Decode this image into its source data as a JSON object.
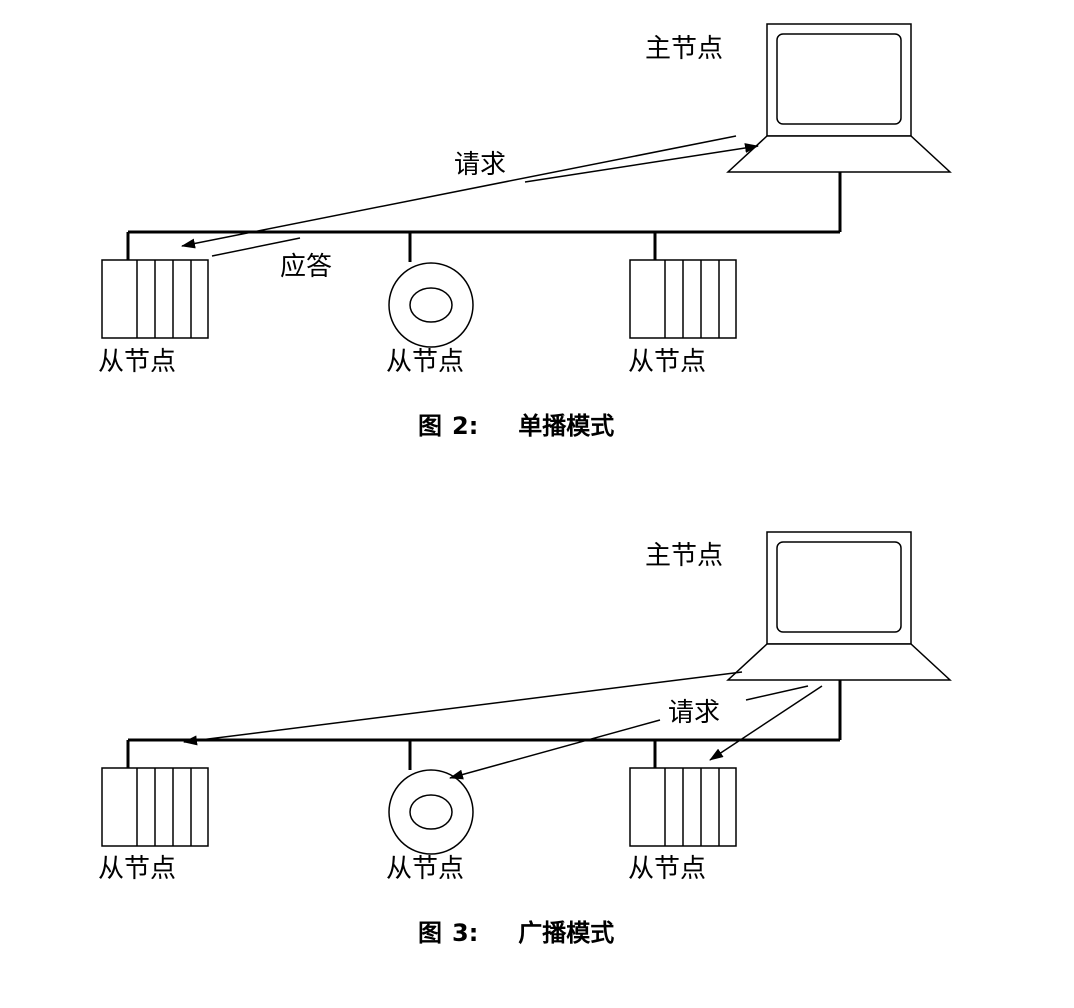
{
  "figures": [
    {
      "master_label": "主节点",
      "request_label": "请求",
      "response_label": "应答",
      "slave_labels": [
        "从节点",
        "从节点",
        "从节点"
      ],
      "caption_prefix": "图",
      "caption_number": "2:",
      "caption_title": "单播模式"
    },
    {
      "master_label": "主节点",
      "request_label": "请求",
      "slave_labels": [
        "从节点",
        "从节点",
        "从节点"
      ],
      "caption_prefix": "图",
      "caption_number": "3:",
      "caption_title": "广播模式"
    }
  ]
}
